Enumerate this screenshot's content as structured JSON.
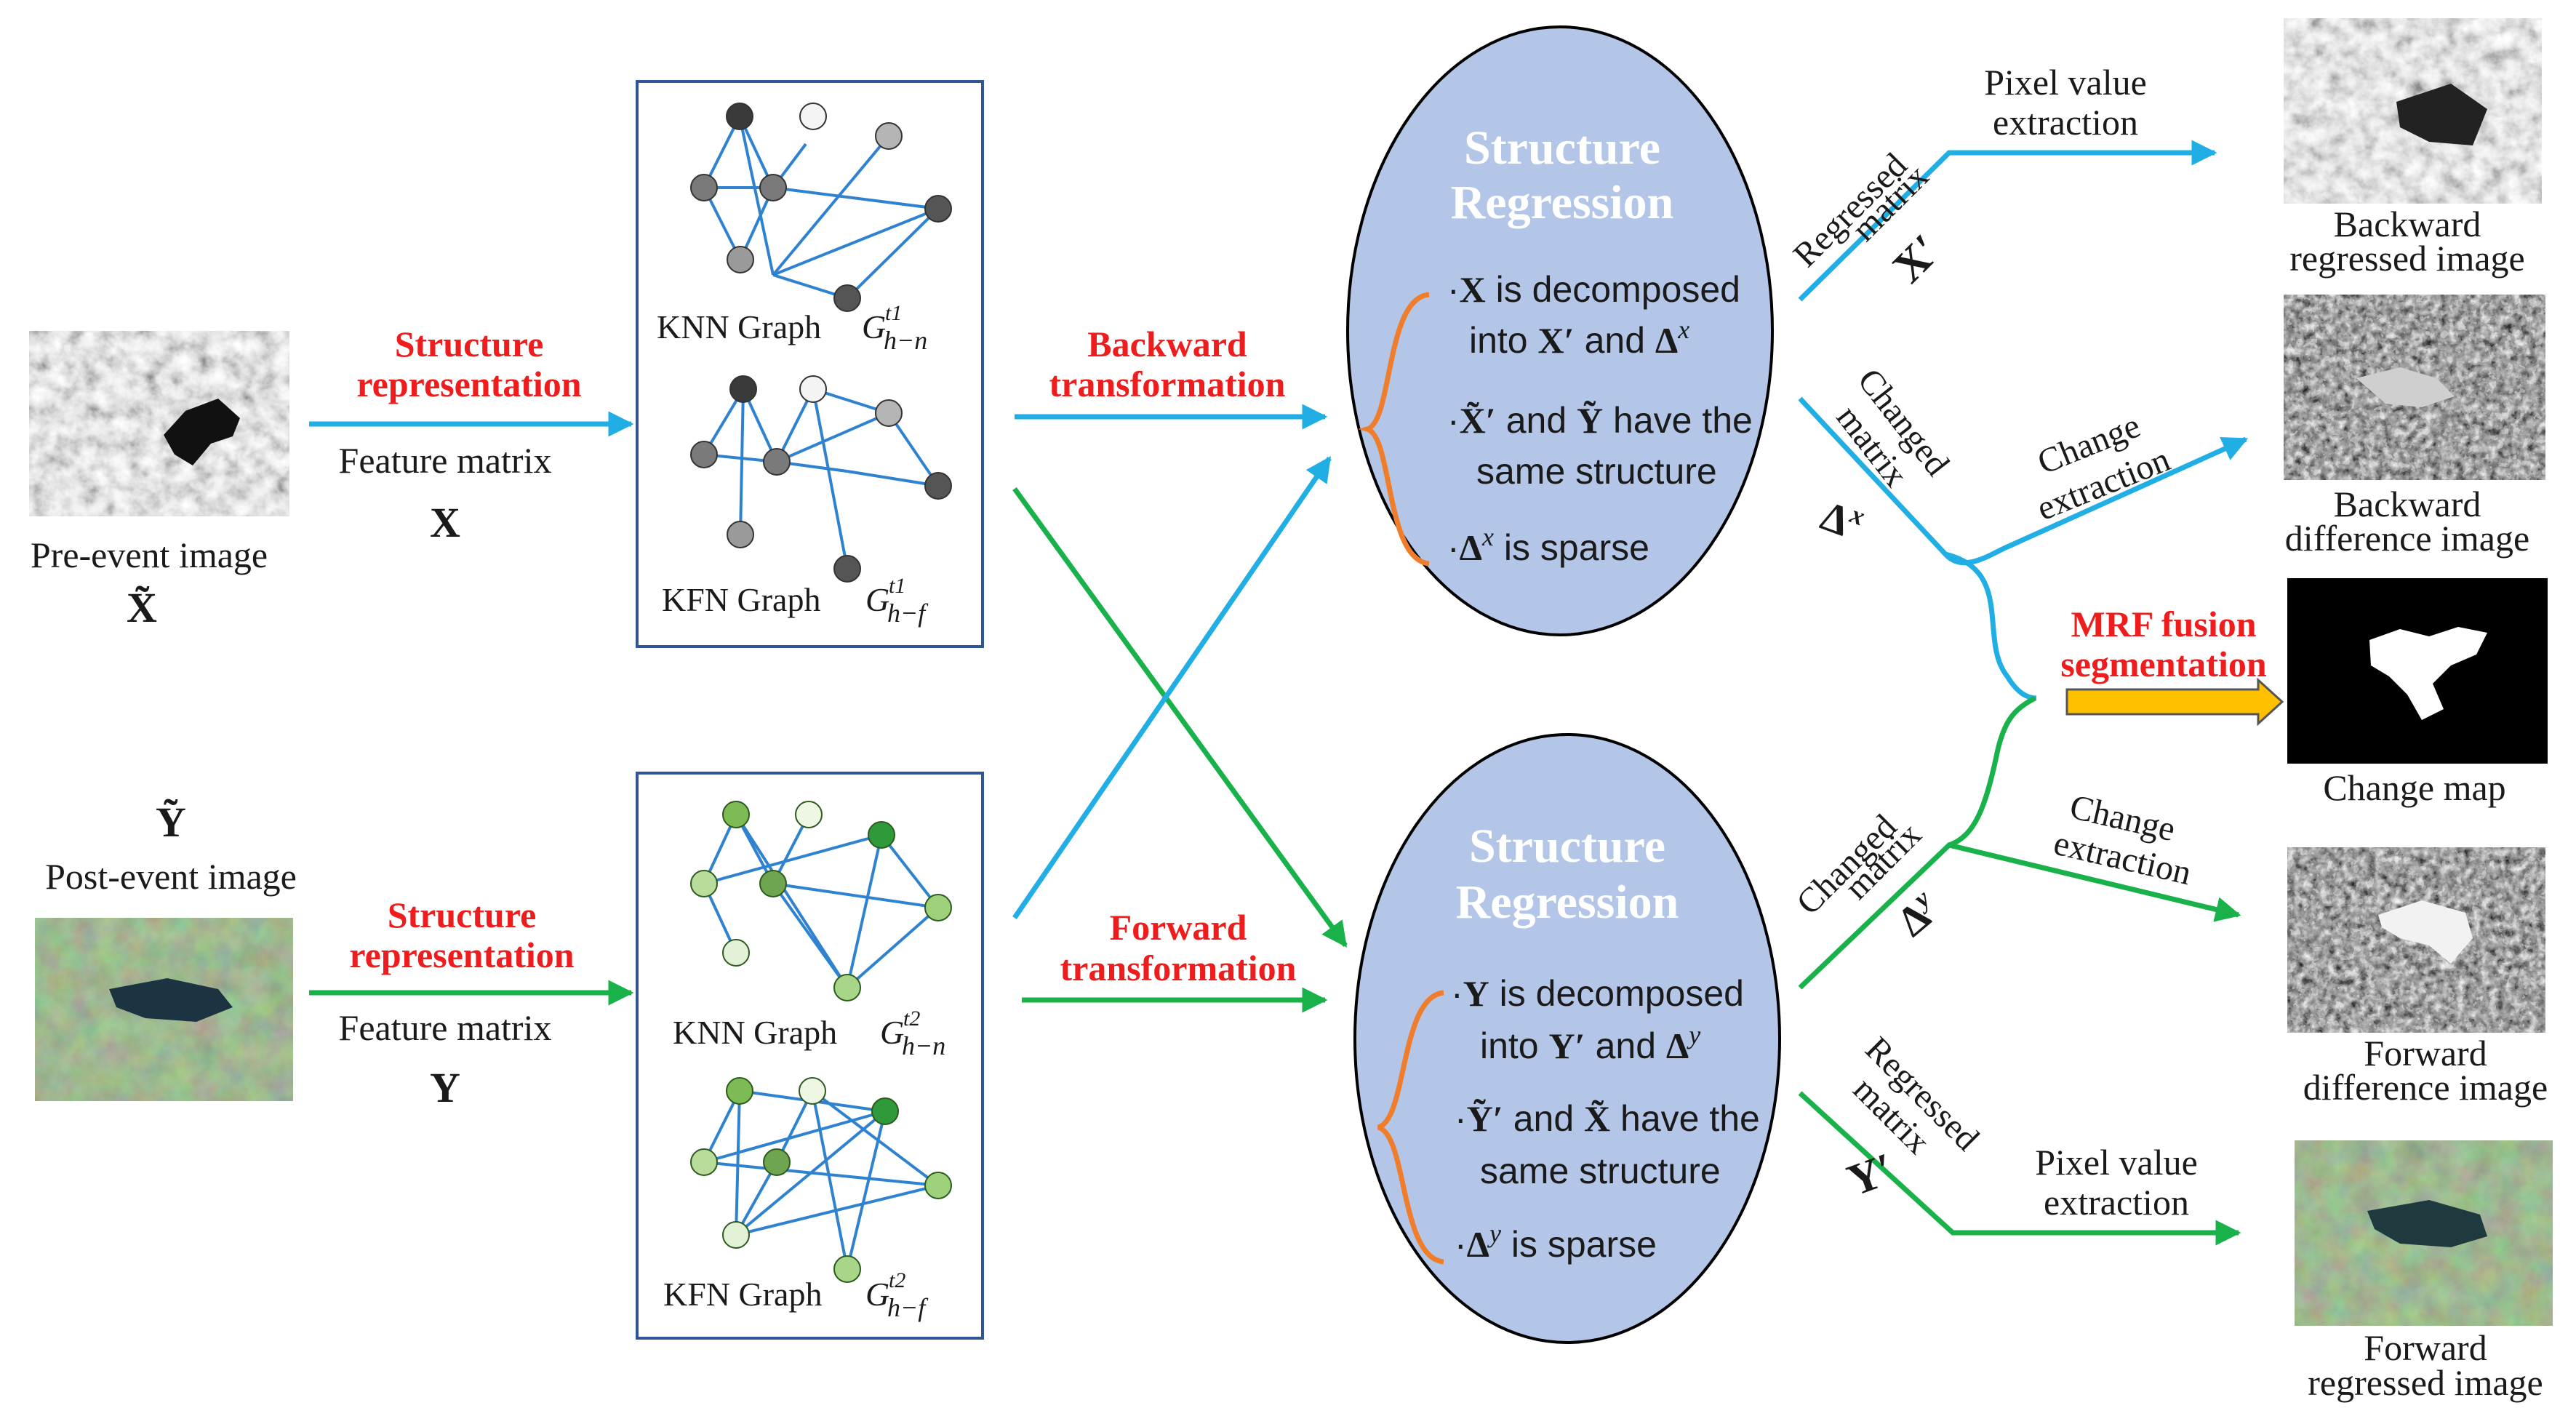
{
  "colors": {
    "blue": "#21aee5",
    "green": "#19b14a",
    "red_text": "#ee1c1c",
    "ellipse_fill": "#b3c6e7",
    "brace": "#f07d2b",
    "box_border": "#2f5597",
    "graph_edge": "#2e82d0",
    "fusion_arrow": "#ffc000"
  },
  "inputs": {
    "pre_label": "Pre-event image",
    "pre_symbol": "X̃",
    "post_symbol": "Ỹ",
    "post_label": "Post-event image"
  },
  "top_branch": {
    "rep_line1": "Structure",
    "rep_line2": "representation",
    "feature_label": "Feature matrix",
    "feature_symbol": "X",
    "knn_label": "KNN Graph",
    "knn_sym": "G",
    "knn_sub": "h−n",
    "knn_sup": "t1",
    "kfn_label": "KFN Graph",
    "kfn_sym": "G",
    "kfn_sub": "h−f",
    "kfn_sup": "t1"
  },
  "bottom_branch": {
    "rep_line1": "Structure",
    "rep_line2": "representation",
    "feature_label": "Feature matrix",
    "feature_symbol": "Y",
    "knn_label": "KNN Graph",
    "knn_sym": "G",
    "knn_sub": "h−n",
    "knn_sup": "t2",
    "kfn_label": "KFN Graph",
    "kfn_sym": "G",
    "kfn_sub": "h−f",
    "kfn_sup": "t2"
  },
  "transforms": {
    "backward_line1": "Backward",
    "backward_line2": "transformation",
    "forward_line1": "Forward",
    "forward_line2": "transformation"
  },
  "regression_top": {
    "title_line1": "Structure",
    "title_line2": "Regression",
    "b1_pre": "·",
    "b1_sym": "X",
    "b1_post": " is decomposed",
    "b2_pre": "into ",
    "b2_sym1": "X′",
    "b2_mid": " and ",
    "b2_sym2": "Δ",
    "b2_sup": "x",
    "b3_pre": "·",
    "b3_sym1": "X̃′",
    "b3_mid": " and ",
    "b3_sym2": "Ỹ",
    "b3_post": " have the",
    "b4": "same structure",
    "b5_pre": "·",
    "b5_sym": "Δ",
    "b5_sup": "x",
    "b5_post": " is sparse"
  },
  "regression_bottom": {
    "title_line1": "Structure",
    "title_line2": "Regression",
    "b1_pre": "·",
    "b1_sym": "Y",
    "b1_post": " is decomposed",
    "b2_pre": "into ",
    "b2_sym1": "Y′",
    "b2_mid": " and ",
    "b2_sym2": "Δ",
    "b2_sup": "y",
    "b3_pre": "·",
    "b3_sym1": "Ỹ′",
    "b3_mid": " and ",
    "b3_sym2": "X̃",
    "b3_post": " have the",
    "b4": "same structure",
    "b5_pre": "·",
    "b5_sym": "Δ",
    "b5_sup": "y",
    "b5_post": " is sparse"
  },
  "outputs_top": {
    "regressed_line1": "Regressed",
    "regressed_line2": "matrix",
    "regressed_symbol": "X′",
    "pixel_line1": "Pixel value",
    "pixel_line2": "extraction",
    "changed_line1": "Changed",
    "changed_line2": "matrix",
    "changed_sym": "Δ",
    "changed_sup": "x",
    "change_line1": "Change",
    "change_line2": "extraction",
    "backward_regressed_line1": "Backward",
    "backward_regressed_line2": "regressed image",
    "backward_diff_line1": "Backward",
    "backward_diff_line2": "difference  image"
  },
  "fusion": {
    "line1": "MRF fusion",
    "line2": "segmentation",
    "change_map_label": "Change  map"
  },
  "outputs_bottom": {
    "changed_line1": "Changed",
    "changed_line2": "matrix",
    "changed_sym": "Δ",
    "changed_sup": "y",
    "change_line1": "Change",
    "change_line2": "extraction",
    "regressed_line1": "Regressed",
    "regressed_line2": "matrix",
    "regressed_symbol": "Y′",
    "pixel_line1": "Pixel value",
    "pixel_line2": "extraction",
    "forward_diff_line1": "Forward",
    "forward_diff_line2": "difference  image",
    "forward_regressed_line1": "Forward",
    "forward_regressed_line2": "regressed image"
  }
}
